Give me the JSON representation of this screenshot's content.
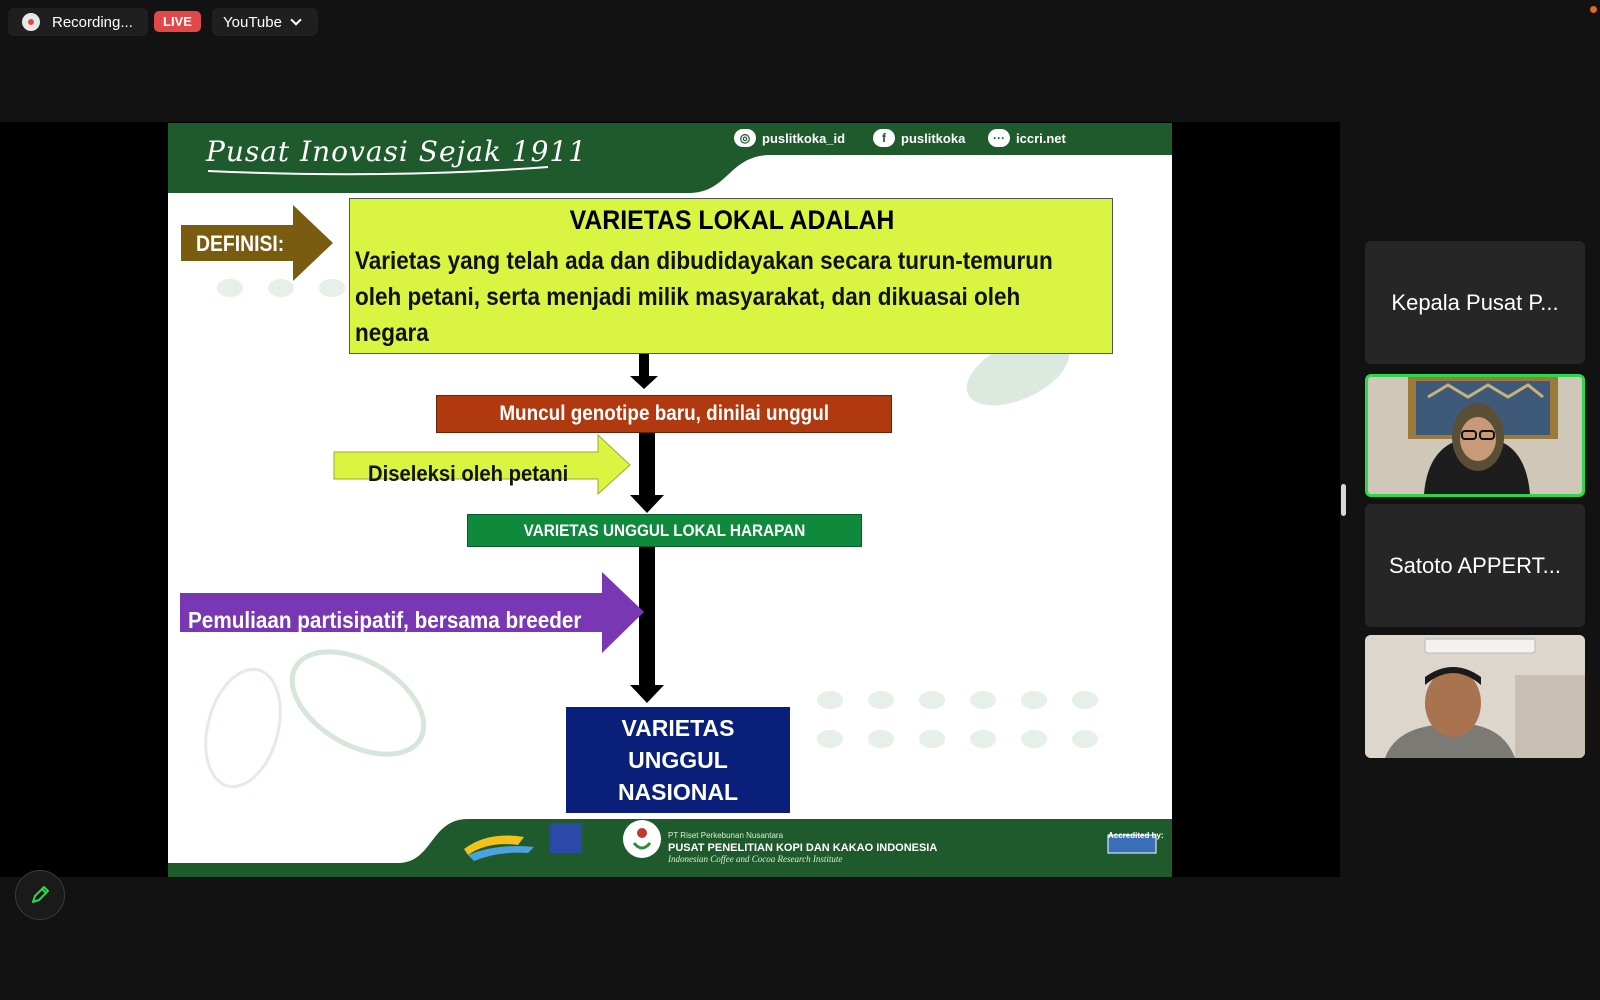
{
  "top_bar": {
    "recording_label": "Recording...",
    "live_label": "LIVE",
    "stream_target": "YouTube"
  },
  "slide": {
    "header_tagline": "Pusat Inovasi Sejak 1911",
    "social": [
      {
        "icon": "instagram-icon",
        "label": "puslitkoka_id"
      },
      {
        "icon": "facebook-icon",
        "label": "puslitkoka"
      },
      {
        "icon": "web-icon",
        "label": "iccri.net"
      }
    ],
    "definisi_label": "DEFINISI:",
    "definition_title": "VARIETAS LOKAL ADALAH",
    "definition_body": "Varietas yang telah ada dan dibudidayakan secara turun-temurun oleh petani, serta menjadi milik masyarakat, dan dikuasai oleh negara",
    "step_genotipe": "Muncul genotipe baru, dinilai unggul",
    "step_seleksi": "Diseleksi oleh petani",
    "step_harapan": "VARIETAS UNGGUL LOKAL HARAPAN",
    "step_pemuliaan": "Pemuliaan partisipatif, bersama  breeder",
    "result_line1": "VARIETAS",
    "result_line2": "UNGGUL",
    "result_line3": "NASIONAL",
    "footer_small": "PT Riset Perkebunan Nusantara",
    "footer_main": "PUSAT PENELITIAN KOPI DAN KAKAO INDONESIA",
    "footer_en": "Indonesian Coffee and Cocoa Research Institute",
    "footer_accredited": "Accredited by:"
  },
  "participants": [
    {
      "name": "Kepala Pusat P...",
      "video": false
    },
    {
      "name": "",
      "video": true,
      "active_speaker": true
    },
    {
      "name": "Satoto APPERT...",
      "video": false
    },
    {
      "name": "",
      "video": true
    }
  ],
  "colors": {
    "live": "#e0484a",
    "active_border": "#2bd84a",
    "slide_header_green": "#1f5a2c",
    "definition_yellow": "#d9f542",
    "genotipe_red": "#b0390f",
    "harapan_green": "#0f8a3c",
    "pemuliaan_purple": "#7a37b4",
    "nasional_blue": "#0a1f7a"
  }
}
